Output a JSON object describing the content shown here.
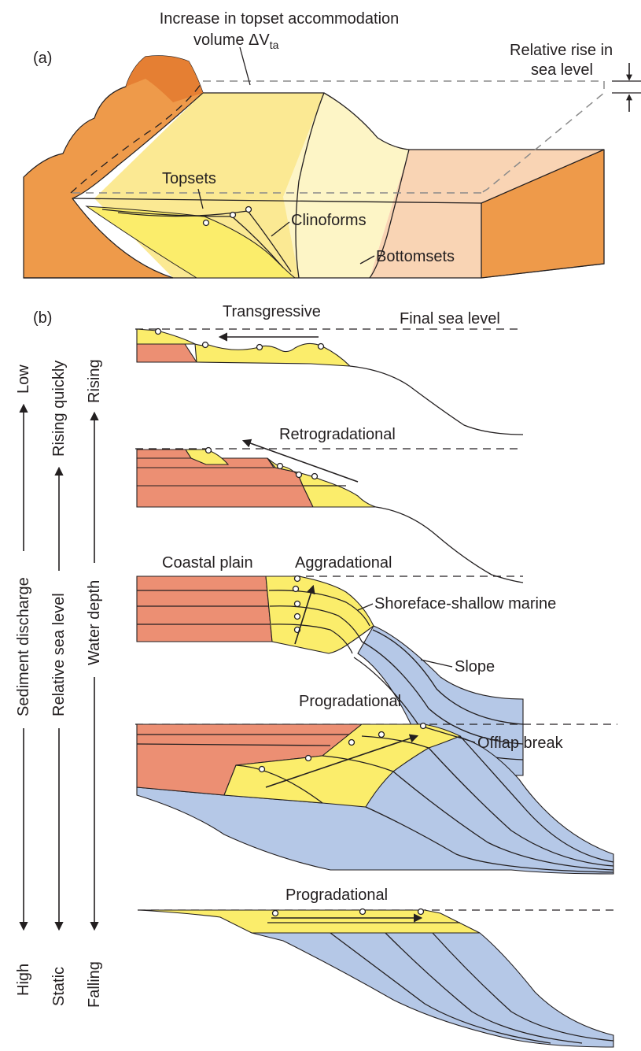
{
  "panel_a": {
    "panel_label": "(a)",
    "title_line1": "Increase in topset accommodation",
    "title_line2_prefix": "volume ΔV",
    "title_line2_sub": "ta",
    "rise_line1": "Relative rise in",
    "rise_line2": "sea level",
    "topsets": "Topsets",
    "clinoforms": "Clinoforms",
    "bottomsets": "Bottomsets"
  },
  "panel_b": {
    "panel_label": "(b)",
    "transgressive": "Transgressive",
    "final_sea_level": "Final sea level",
    "retrogradational": "Retrogradational",
    "coastal_plain": "Coastal plain",
    "aggradational": "Aggradational",
    "shoreface": "Shoreface-shallow marine",
    "slope": "Slope",
    "progradational_1": "Progradational",
    "offlap_break": "Offlap break",
    "progradational_2": "Progradational"
  },
  "axes": {
    "sediment": {
      "title": "Sediment discharge",
      "top": "Low",
      "bottom": "High"
    },
    "sea_level": {
      "title": "Relative sea level",
      "top": "Rising quickly",
      "bottom": "Static"
    },
    "water_depth": {
      "title": "Water depth",
      "top": "Rising",
      "bottom": "Falling"
    }
  },
  "colors": {
    "land_dark": "#ee9a4a",
    "topset_zone": "#fbe993",
    "clinoform_zone": "#fdf5c6",
    "bottomset_zone": "#f9d4b4",
    "coastal_plain": "#ec8f73",
    "shoreface": "#fbed6b",
    "slope": "#b5c8e7"
  }
}
